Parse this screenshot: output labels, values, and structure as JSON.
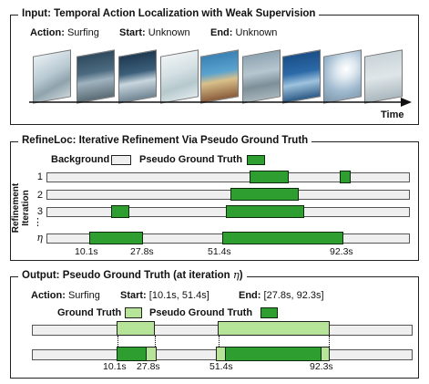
{
  "panel1": {
    "title": "Input: Temporal Action Localization with Weak Supervision",
    "action_key": "Action:",
    "action_val": "Surfing",
    "start_key": "Start:",
    "start_val": "Unknown",
    "end_key": "End:",
    "end_val": "Unknown",
    "time_label": "Time",
    "frames": [
      "frame-1",
      "frame-2",
      "frame-3",
      "frame-4",
      "frame-5",
      "frame-6",
      "frame-7",
      "frame-8",
      "frame-9"
    ]
  },
  "panel2": {
    "title": "RefineLoc: Iterative Refinement Via Pseudo Ground Truth",
    "legend_background": "Background",
    "legend_pseudo": "Pseudo Ground Truth",
    "axis_label_line1": "Refinement",
    "axis_label_line2": "Iteration",
    "rows": [
      "1",
      "2",
      "3",
      "⋮",
      "η"
    ],
    "ticks": [
      "10.1s",
      "27.8s",
      "51.4s",
      "92.3s"
    ]
  },
  "panel3": {
    "title_prefix": "Output: Pseudo Ground Truth (at iteration ",
    "title_symbol": "η",
    "title_suffix": ")",
    "action_key": "Action:",
    "action_val": "Surfing",
    "start_key": "Start:",
    "start_val": "[10.1s, 51.4s]",
    "end_key": "End:",
    "end_val": "[27.8s, 92.3s]",
    "legend_gt": "Ground Truth",
    "legend_pseudo": "Pseudo Ground Truth",
    "ticks": [
      "10.1s",
      "27.8s",
      "51.4s",
      "92.3s"
    ]
  },
  "colors": {
    "pseudo": "#2e9e31",
    "ground_truth": "#b6e59a",
    "background": "#efefef"
  }
}
